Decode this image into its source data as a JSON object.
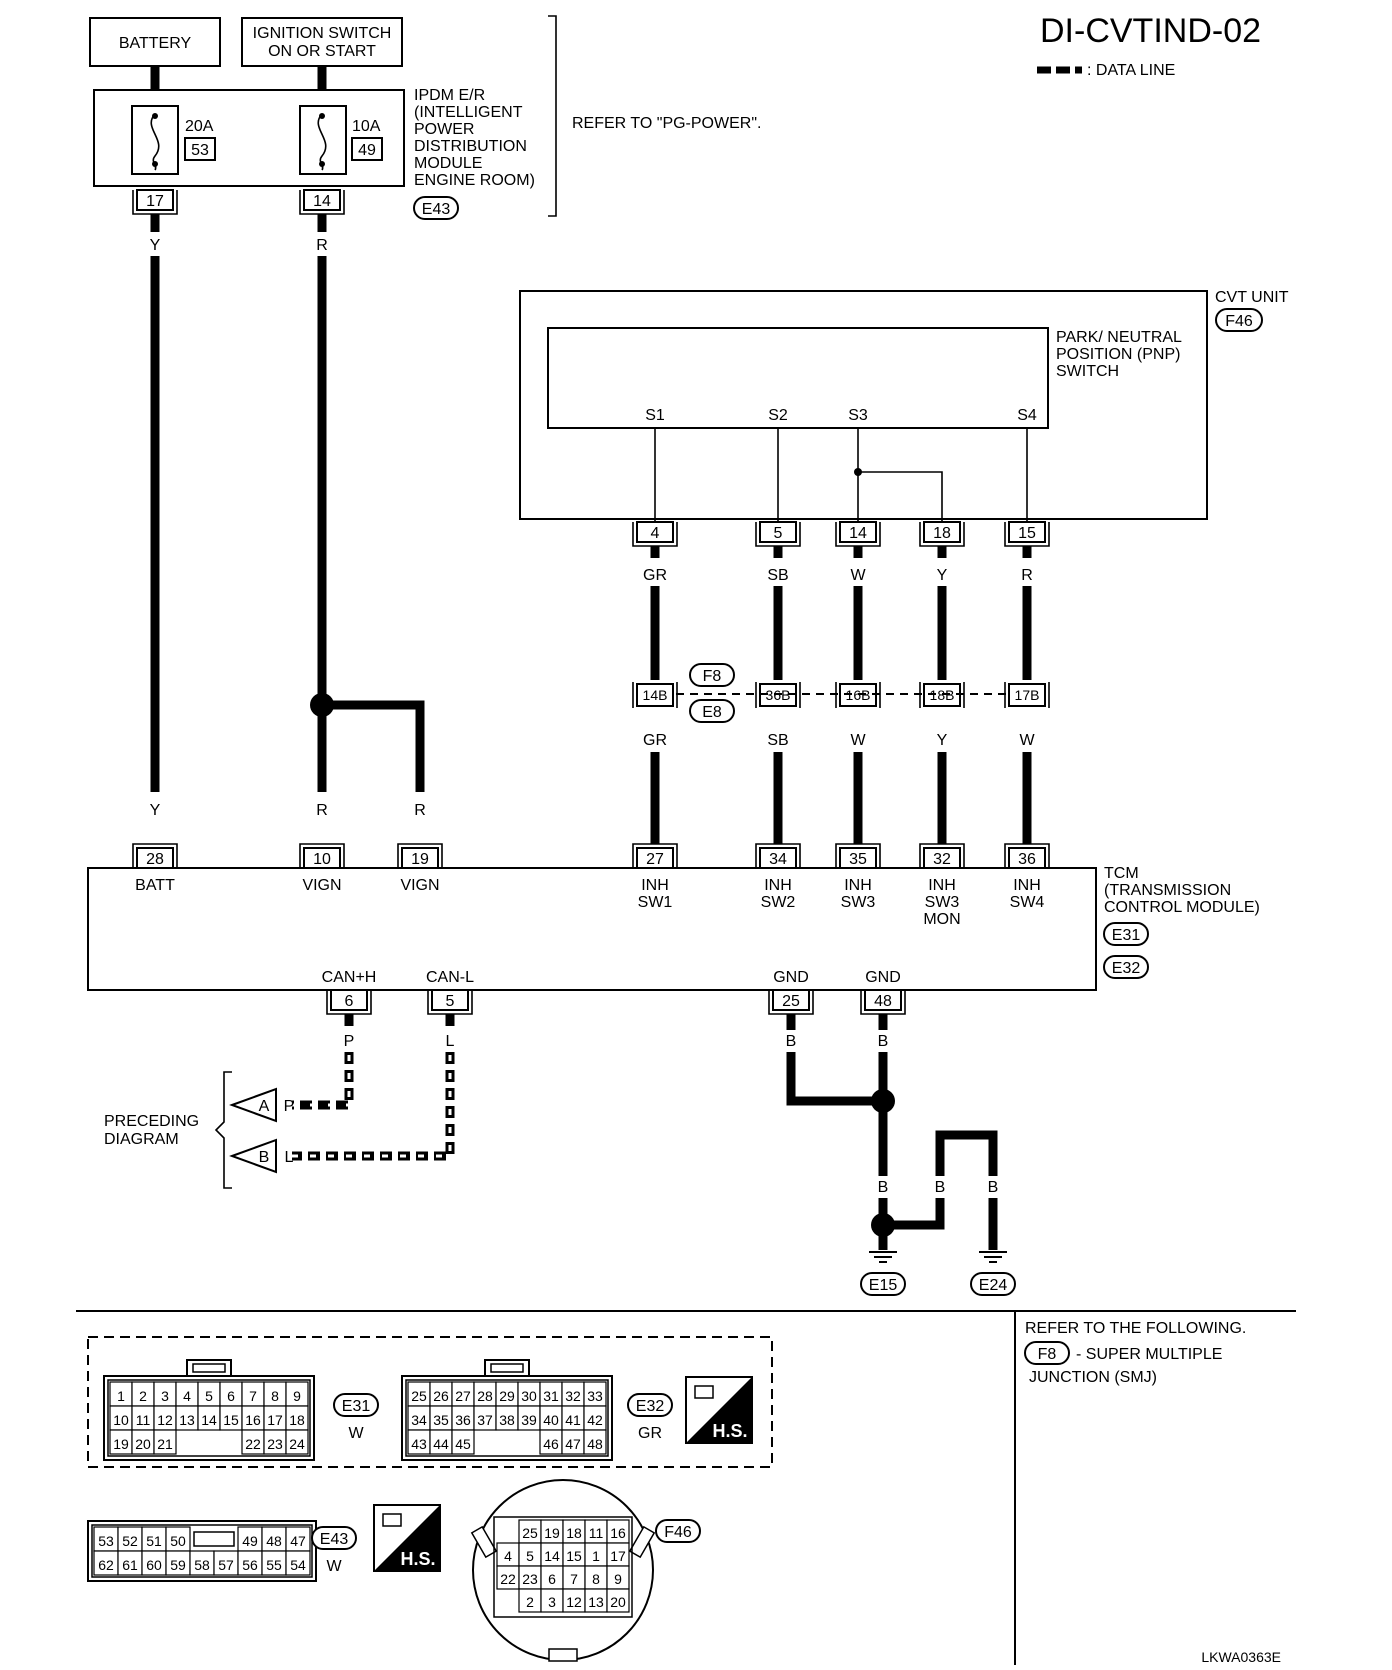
{
  "page_title": "DI-CVTIND-02",
  "legend_data_line": ": DATA LINE",
  "footer_code": "LKWA0363E",
  "battery": "BATTERY",
  "ignition": [
    "IGNITION SWITCH",
    "ON OR START"
  ],
  "ipdm": {
    "label": [
      "IPDM E/R",
      "(INTELLIGENT",
      "POWER",
      "DISTRIBUTION",
      "MODULE",
      "ENGINE ROOM)"
    ],
    "connector": "E43",
    "fuse1": {
      "amp": "20A",
      "num": "53"
    },
    "fuse2": {
      "amp": "10A",
      "num": "49"
    },
    "pin_batt": "17",
    "pin_ign": "14"
  },
  "refer_pg": "REFER TO \"PG-POWER\".",
  "cvt_unit": {
    "label": "CVT UNIT",
    "connector": "F46"
  },
  "pnp": {
    "label": [
      "PARK/ NEUTRAL",
      "POSITION (PNP)",
      "SWITCH"
    ],
    "terminals": [
      "S1",
      "S2",
      "S3",
      "S4"
    ]
  },
  "cvt_pins": [
    "4",
    "5",
    "14",
    "18",
    "15"
  ],
  "colors_top": [
    "GR",
    "SB",
    "W",
    "Y",
    "R"
  ],
  "joint": {
    "c1": "F8",
    "c2": "E8",
    "pins": [
      "14B",
      "36B",
      "16B",
      "18B",
      "17B"
    ]
  },
  "colors_mid": [
    "GR",
    "SB",
    "W",
    "Y",
    "W"
  ],
  "wire_batt": "Y",
  "wire_ign": "R",
  "tcm": {
    "label": [
      "TCM",
      "(TRANSMISSION",
      "CONTROL MODULE)"
    ],
    "connectors": [
      "E31",
      "E32"
    ],
    "top_pins": [
      "28",
      "10",
      "19",
      "27",
      "34",
      "35",
      "32",
      "36"
    ],
    "top_labels": [
      "BATT",
      "VIGN",
      "VIGN",
      "INH",
      "INH",
      "INH",
      "INH",
      "INH"
    ],
    "top_labels2": [
      "",
      "",
      "",
      "SW1",
      "SW2",
      "SW3",
      "SW3",
      "SW4"
    ],
    "top_labels3": [
      "",
      "",
      "",
      "",
      "",
      "",
      "MON",
      ""
    ],
    "bottom_labels": [
      "CAN+H",
      "CAN-L",
      "GND",
      "GND"
    ],
    "bottom_pins": [
      "6",
      "5",
      "25",
      "48"
    ]
  },
  "can_colors": [
    "P",
    "L"
  ],
  "gnd_color": "B",
  "preceding": {
    "label": [
      "PRECEDING",
      "DIAGRAM"
    ],
    "a": "A",
    "b": "B"
  },
  "grounds": [
    "E15",
    "E24"
  ],
  "refer_following": [
    "REFER TO THE FOLLOWING.",
    "- SUPER MULTIPLE",
    "JUNCTION (SMJ)"
  ],
  "refer_connector": "F8",
  "connectors": {
    "e31": {
      "id": "E31",
      "color": "W",
      "rows": [
        [
          "1",
          "2",
          "3",
          "4",
          "5",
          "6",
          "7",
          "8",
          "9"
        ],
        [
          "10",
          "11",
          "12",
          "13",
          "14",
          "15",
          "16",
          "17",
          "18"
        ],
        [
          "19",
          "20",
          "21",
          "",
          "",
          "",
          "22",
          "23",
          "24"
        ]
      ]
    },
    "e32": {
      "id": "E32",
      "color": "GR",
      "rows": [
        [
          "25",
          "26",
          "27",
          "28",
          "29",
          "30",
          "31",
          "32",
          "33"
        ],
        [
          "34",
          "35",
          "36",
          "37",
          "38",
          "39",
          "40",
          "41",
          "42"
        ],
        [
          "43",
          "44",
          "45",
          "",
          "",
          "",
          "46",
          "47",
          "48"
        ]
      ]
    },
    "e43": {
      "id": "E43",
      "color": "W",
      "rows": [
        [
          "53",
          "52",
          "51",
          "50",
          "",
          "",
          "49",
          "48",
          "47"
        ],
        [
          "62",
          "61",
          "60",
          "59",
          "58",
          "57",
          "56",
          "55",
          "54"
        ]
      ]
    },
    "f46": {
      "id": "F46",
      "rows": [
        [
          "25",
          "19",
          "18",
          "11",
          "16"
        ],
        [
          "4",
          "5",
          "14",
          "15",
          "1",
          "17"
        ],
        [
          "22",
          "23",
          "6",
          "7",
          "8",
          "9"
        ],
        [
          "2",
          "3",
          "12",
          "13",
          "20"
        ]
      ]
    },
    "hs": "H.S."
  }
}
